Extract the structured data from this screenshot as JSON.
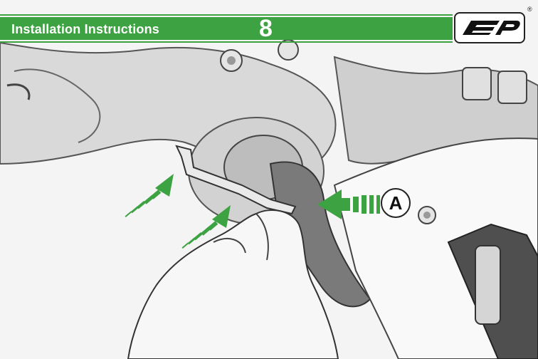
{
  "header": {
    "title": "Installation Instructions",
    "step_number": "8"
  },
  "logo": {
    "text": "ep",
    "registered_mark": "®"
  },
  "callout": {
    "label": "A"
  },
  "colors": {
    "accent_green": "#3da241",
    "line_art": "#333333",
    "background": "#f2f2f2"
  },
  "icons": [
    "arrow-icon",
    "arrow-icon",
    "arrow-icon"
  ]
}
